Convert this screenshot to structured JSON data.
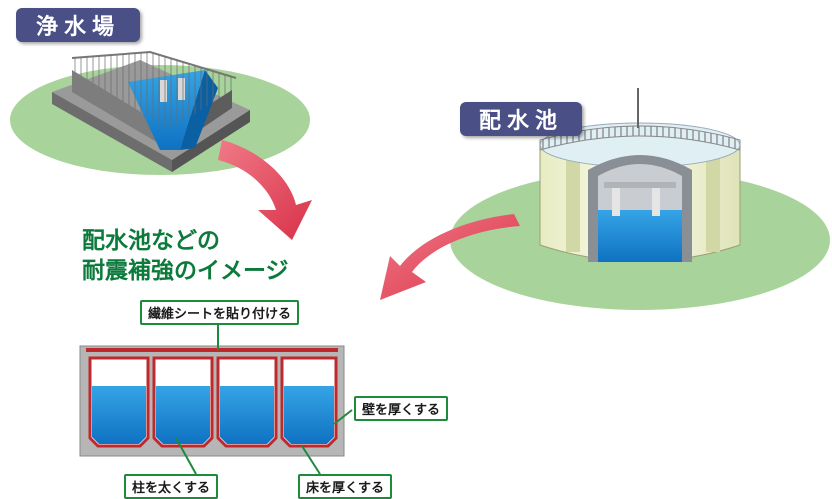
{
  "labels": {
    "purification_plant": "浄水場",
    "distribution_reservoir": "配水池"
  },
  "heading": {
    "line1": "配水池などの",
    "line2": "耐震補強のイメージ"
  },
  "callouts": {
    "fiber_sheet": "繊維シートを貼り付ける",
    "thicker_wall": "壁を厚くする",
    "thicker_column": "柱を太くする",
    "thicker_floor": "床を厚くする"
  },
  "colors": {
    "ground": "#a8d49b",
    "water": "#1a8fd6",
    "arrow": "#e2475b",
    "pill": "#4a4f86",
    "heading": "#0b7a3b",
    "reinforcement": "#c0292c"
  }
}
